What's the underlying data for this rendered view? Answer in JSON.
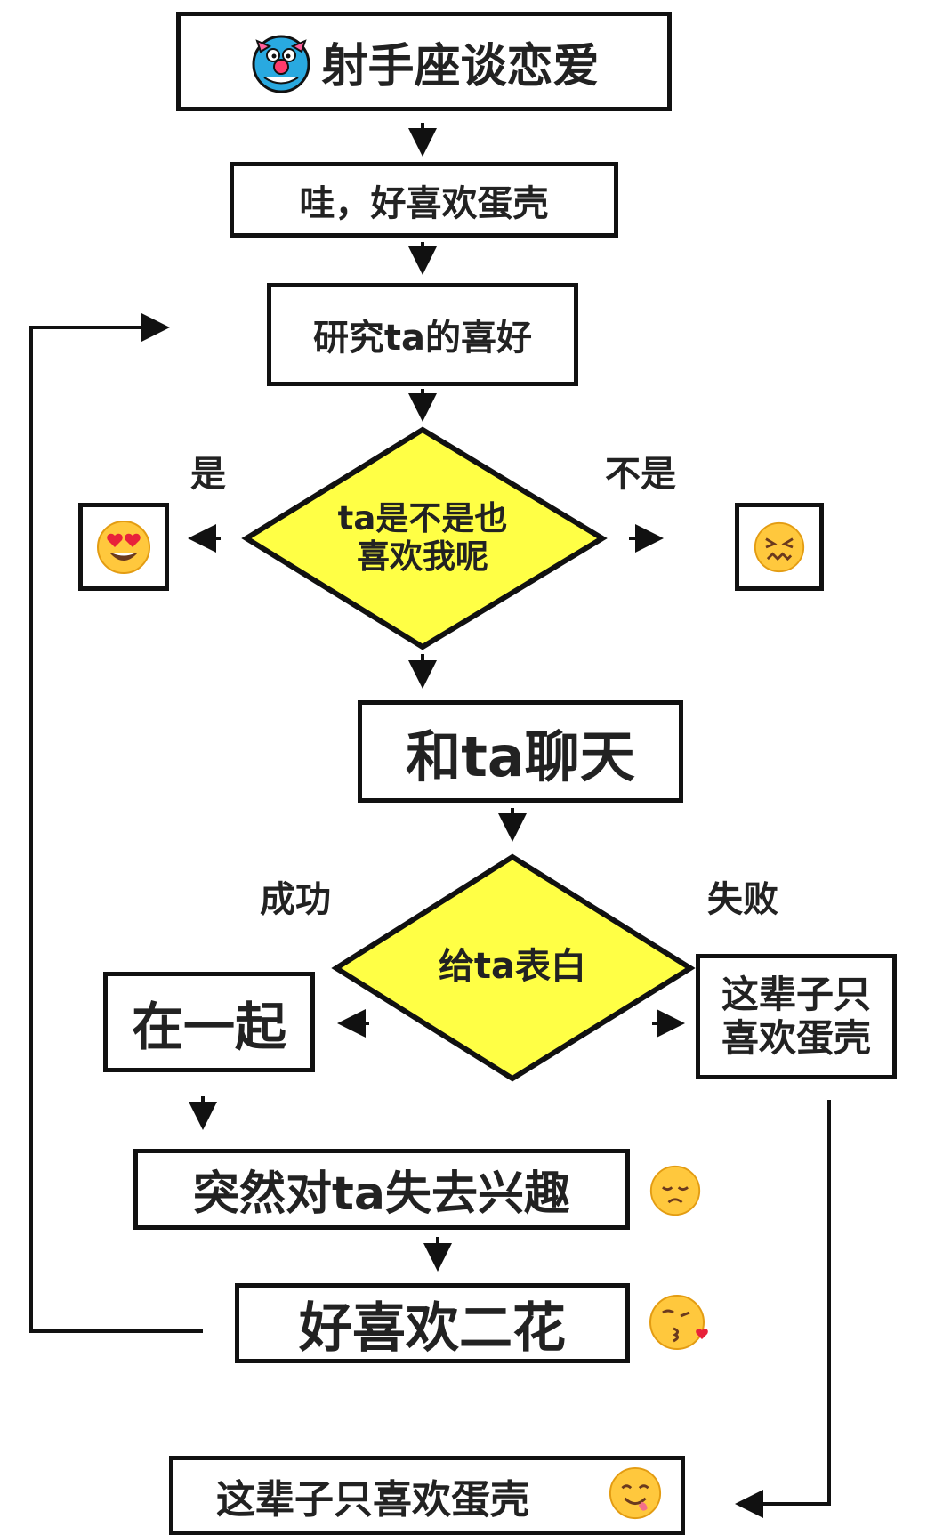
{
  "title": {
    "text": "射手座谈恋爱",
    "mascot_icon": "mascot-icon"
  },
  "nodes": {
    "n1": "哇，好喜欢蛋壳",
    "n2": "研究ta的喜好",
    "decision1": [
      "ta是不是也",
      "喜欢我呢"
    ],
    "n3": "和ta聊天",
    "decision2": "给ta表白",
    "n4": "在一起",
    "n5": [
      "这辈子只",
      "喜欢蛋壳"
    ],
    "n6": "突然对ta失去兴趣",
    "n7": "好喜欢二花",
    "n8": "这辈子只喜欢蛋壳"
  },
  "labels": {
    "yes": "是",
    "no": "不是",
    "success": "成功",
    "fail": "失败"
  },
  "emojis": {
    "yes_result": "heart-eyes-emoji-icon",
    "no_result": "confounded-emoji-icon",
    "lose_interest": "disappointed-emoji-icon",
    "like_erhua": "kissing-heart-emoji-icon",
    "end": "smiling-emoji-icon"
  },
  "colors": {
    "decision_fill": "#ffff45",
    "border": "#111111",
    "mascot_blue": "#29a9e0",
    "emoji_yellow": "#ffc83d"
  }
}
